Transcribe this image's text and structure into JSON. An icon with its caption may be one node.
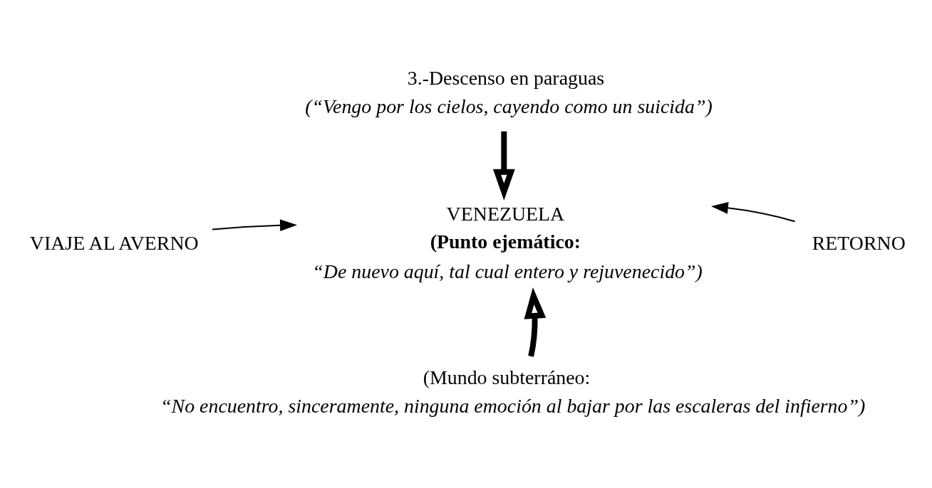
{
  "diagram": {
    "nodes": [
      {
        "text": [
          "3.-Descenso en paraguas",
          "(“Vengo por los cielos, cayendo como un suicida”)"
        ]
      },
      {
        "text": [
          "VIAJE AL AVERNO"
        ]
      },
      {
        "text": [
          "VENEZUELA"
        ],
        "beside": [
          "(Punto ejemático:",
          "“De nuevo aquí, tal cual entero y rejuvenecido”)"
        ]
      },
      {
        "text": [
          "RETORNO"
        ]
      },
      {
        "text": [
          "(Mundo subterráneo:",
          "“No encuentro, sinceramente, ninguna emoción al bajar por las escaleras del infierno”)"
        ]
      }
    ],
    "edges": [
      {
        "from": 0,
        "to": 2,
        "arrow": "to",
        "style": "thick"
      },
      {
        "from": 1,
        "to": 2,
        "arrow": "to"
      },
      {
        "from": 3,
        "to": 2,
        "arrow": "to"
      },
      {
        "from": 4,
        "to": 2,
        "arrow": "to",
        "style": "thick"
      }
    ]
  }
}
